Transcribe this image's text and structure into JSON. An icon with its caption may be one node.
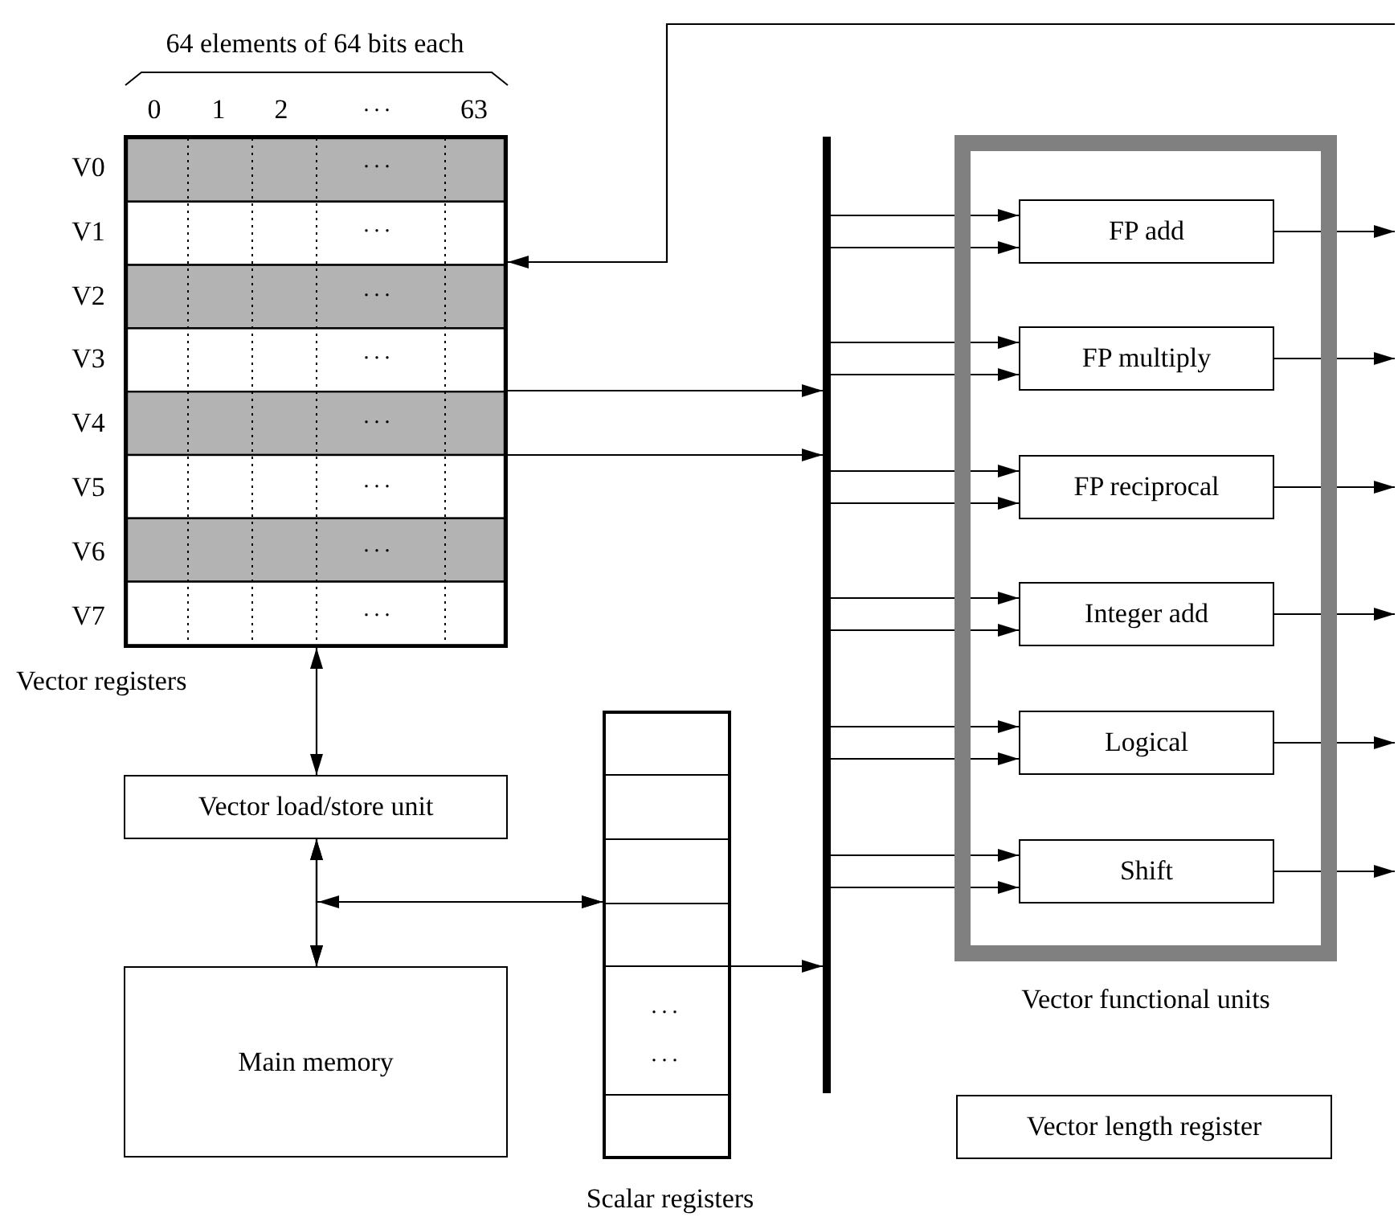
{
  "diagram": {
    "nodes": [
      {
        "text": [
          "Vector registers"
        ]
      },
      {
        "text": [
          "Vector load/store unit"
        ]
      },
      {
        "text": [
          "Main memory"
        ]
      },
      {
        "text": [
          "Scalar registers"
        ]
      },
      {
        "text": [],
        "shape": "bar"
      },
      {
        "text": [
          "Vector functional units"
        ]
      },
      {
        "text": [
          "FP add"
        ],
        "in": 5
      },
      {
        "text": [
          "FP multiply"
        ],
        "in": 5
      },
      {
        "text": [
          "FP reciprocal"
        ],
        "in": 5
      },
      {
        "text": [
          "Integer add"
        ],
        "in": 5
      },
      {
        "text": [
          "Logical"
        ],
        "in": 5
      },
      {
        "text": [
          "Shift"
        ],
        "in": 5
      },
      {
        "text": [
          "Vector length register"
        ]
      }
    ],
    "edges": [
      {
        "from": null,
        "to": 0,
        "arrow": "to"
      },
      {
        "from": 0,
        "to": 4,
        "arrow": "to"
      },
      {
        "from": 0,
        "to": 4,
        "arrow": "to"
      },
      {
        "from": 0,
        "to": 1,
        "arrow": "both"
      },
      {
        "from": 1,
        "to": 2,
        "arrow": "both"
      },
      {
        "from": 1,
        "to": 3,
        "arrow": "both"
      },
      {
        "from": 2,
        "to": 3,
        "arrow": "both"
      },
      {
        "from": 3,
        "to": 4,
        "arrow": "to"
      },
      {
        "from": 4,
        "to": 6,
        "arrow": "to"
      },
      {
        "from": 4,
        "to": 6,
        "arrow": "to"
      },
      {
        "from": 4,
        "to": 7,
        "arrow": "to"
      },
      {
        "from": 4,
        "to": 7,
        "arrow": "to"
      },
      {
        "from": 4,
        "to": 8,
        "arrow": "to"
      },
      {
        "from": 4,
        "to": 8,
        "arrow": "to"
      },
      {
        "from": 4,
        "to": 9,
        "arrow": "to"
      },
      {
        "from": 4,
        "to": 9,
        "arrow": "to"
      },
      {
        "from": 4,
        "to": 10,
        "arrow": "to"
      },
      {
        "from": 4,
        "to": 10,
        "arrow": "to"
      },
      {
        "from": 4,
        "to": 11,
        "arrow": "to"
      },
      {
        "from": 4,
        "to": 11,
        "arrow": "to"
      },
      {
        "from": 6,
        "to": null,
        "arrow": "to"
      },
      {
        "from": 7,
        "to": null,
        "arrow": "to"
      },
      {
        "from": 8,
        "to": null,
        "arrow": "to"
      },
      {
        "from": 9,
        "to": null,
        "arrow": "to"
      },
      {
        "from": 10,
        "to": null,
        "arrow": "to"
      },
      {
        "from": 11,
        "to": null,
        "arrow": "to"
      }
    ],
    "labels": [
      "64 elements of 64 bits each",
      "0",
      "1",
      "2",
      "...",
      "63",
      "V0",
      "...",
      "V1",
      "...",
      "V2",
      "...",
      "V3",
      "...",
      "V4",
      "...",
      "V5",
      "...",
      "V6",
      "...",
      "V7",
      "...",
      "...",
      "..."
    ]
  }
}
